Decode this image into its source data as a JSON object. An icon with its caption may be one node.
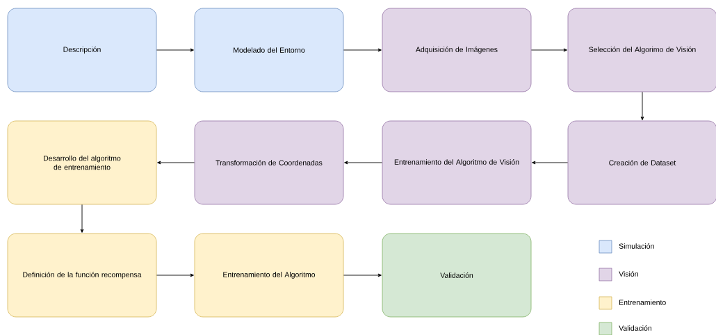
{
  "diagram": {
    "nodes": [
      {
        "text": [
          "Descripción"
        ]
      },
      {
        "text": [
          "Modelado del Entorno"
        ]
      },
      {
        "text": [
          "Adquisición de Imágenes"
        ]
      },
      {
        "text": [
          "Selección del Algorimo de Visión"
        ]
      },
      {
        "text": [
          "Creación de Dataset"
        ]
      },
      {
        "text": [
          "Entrenamiento del Algoritmo de Visión"
        ]
      },
      {
        "text": [
          "Transformación de Coordenadas"
        ]
      },
      {
        "text": [
          "Desarrollo del algoritmo de entrenamiento"
        ]
      },
      {
        "text": [
          "Definición de la función recompensa"
        ]
      },
      {
        "text": [
          "Entrenamiento del Algoritmo"
        ]
      },
      {
        "text": [
          "Validación"
        ]
      }
    ],
    "edges": [
      {
        "from": 0,
        "to": 1,
        "arrow": "to"
      },
      {
        "from": 1,
        "to": 2,
        "arrow": "to"
      },
      {
        "from": 2,
        "to": 3,
        "arrow": "to"
      },
      {
        "from": 3,
        "to": 4,
        "arrow": "to"
      },
      {
        "from": 4,
        "to": 5,
        "arrow": "to"
      },
      {
        "from": 5,
        "to": 6,
        "arrow": "to"
      },
      {
        "from": 6,
        "to": 7,
        "arrow": "to"
      },
      {
        "from": 7,
        "to": 8,
        "arrow": "to"
      },
      {
        "from": 8,
        "to": 9,
        "arrow": "to"
      },
      {
        "from": 9,
        "to": 10,
        "arrow": "to"
      }
    ],
    "legend": [
      {
        "text": "Simulación",
        "color": "#dae8fc"
      },
      {
        "text": "Visión",
        "color": "#e1d5e7"
      },
      {
        "text": "Entrenamiento",
        "color": "#fff2cc"
      },
      {
        "text": "Validación",
        "color": "#d5e8d4"
      }
    ]
  }
}
